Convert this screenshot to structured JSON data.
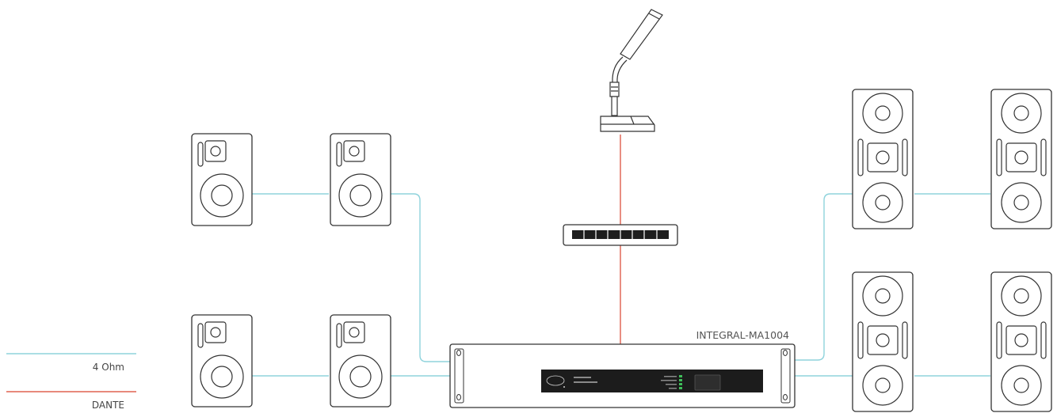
{
  "device": {
    "label": "INTEGRAL-MA1004"
  },
  "legend": [
    {
      "label": "4 Ohm",
      "color": "#8fd3dc"
    },
    {
      "label": "DANTE",
      "color": "#d9432f"
    }
  ],
  "colors": {
    "speaker_line": "#8fd3dc",
    "dante_line": "#d9432f",
    "outline": "#333333"
  },
  "icons": [
    "microphone-icon",
    "network-switch-icon",
    "amplifier-icon",
    "speaker-icon"
  ]
}
